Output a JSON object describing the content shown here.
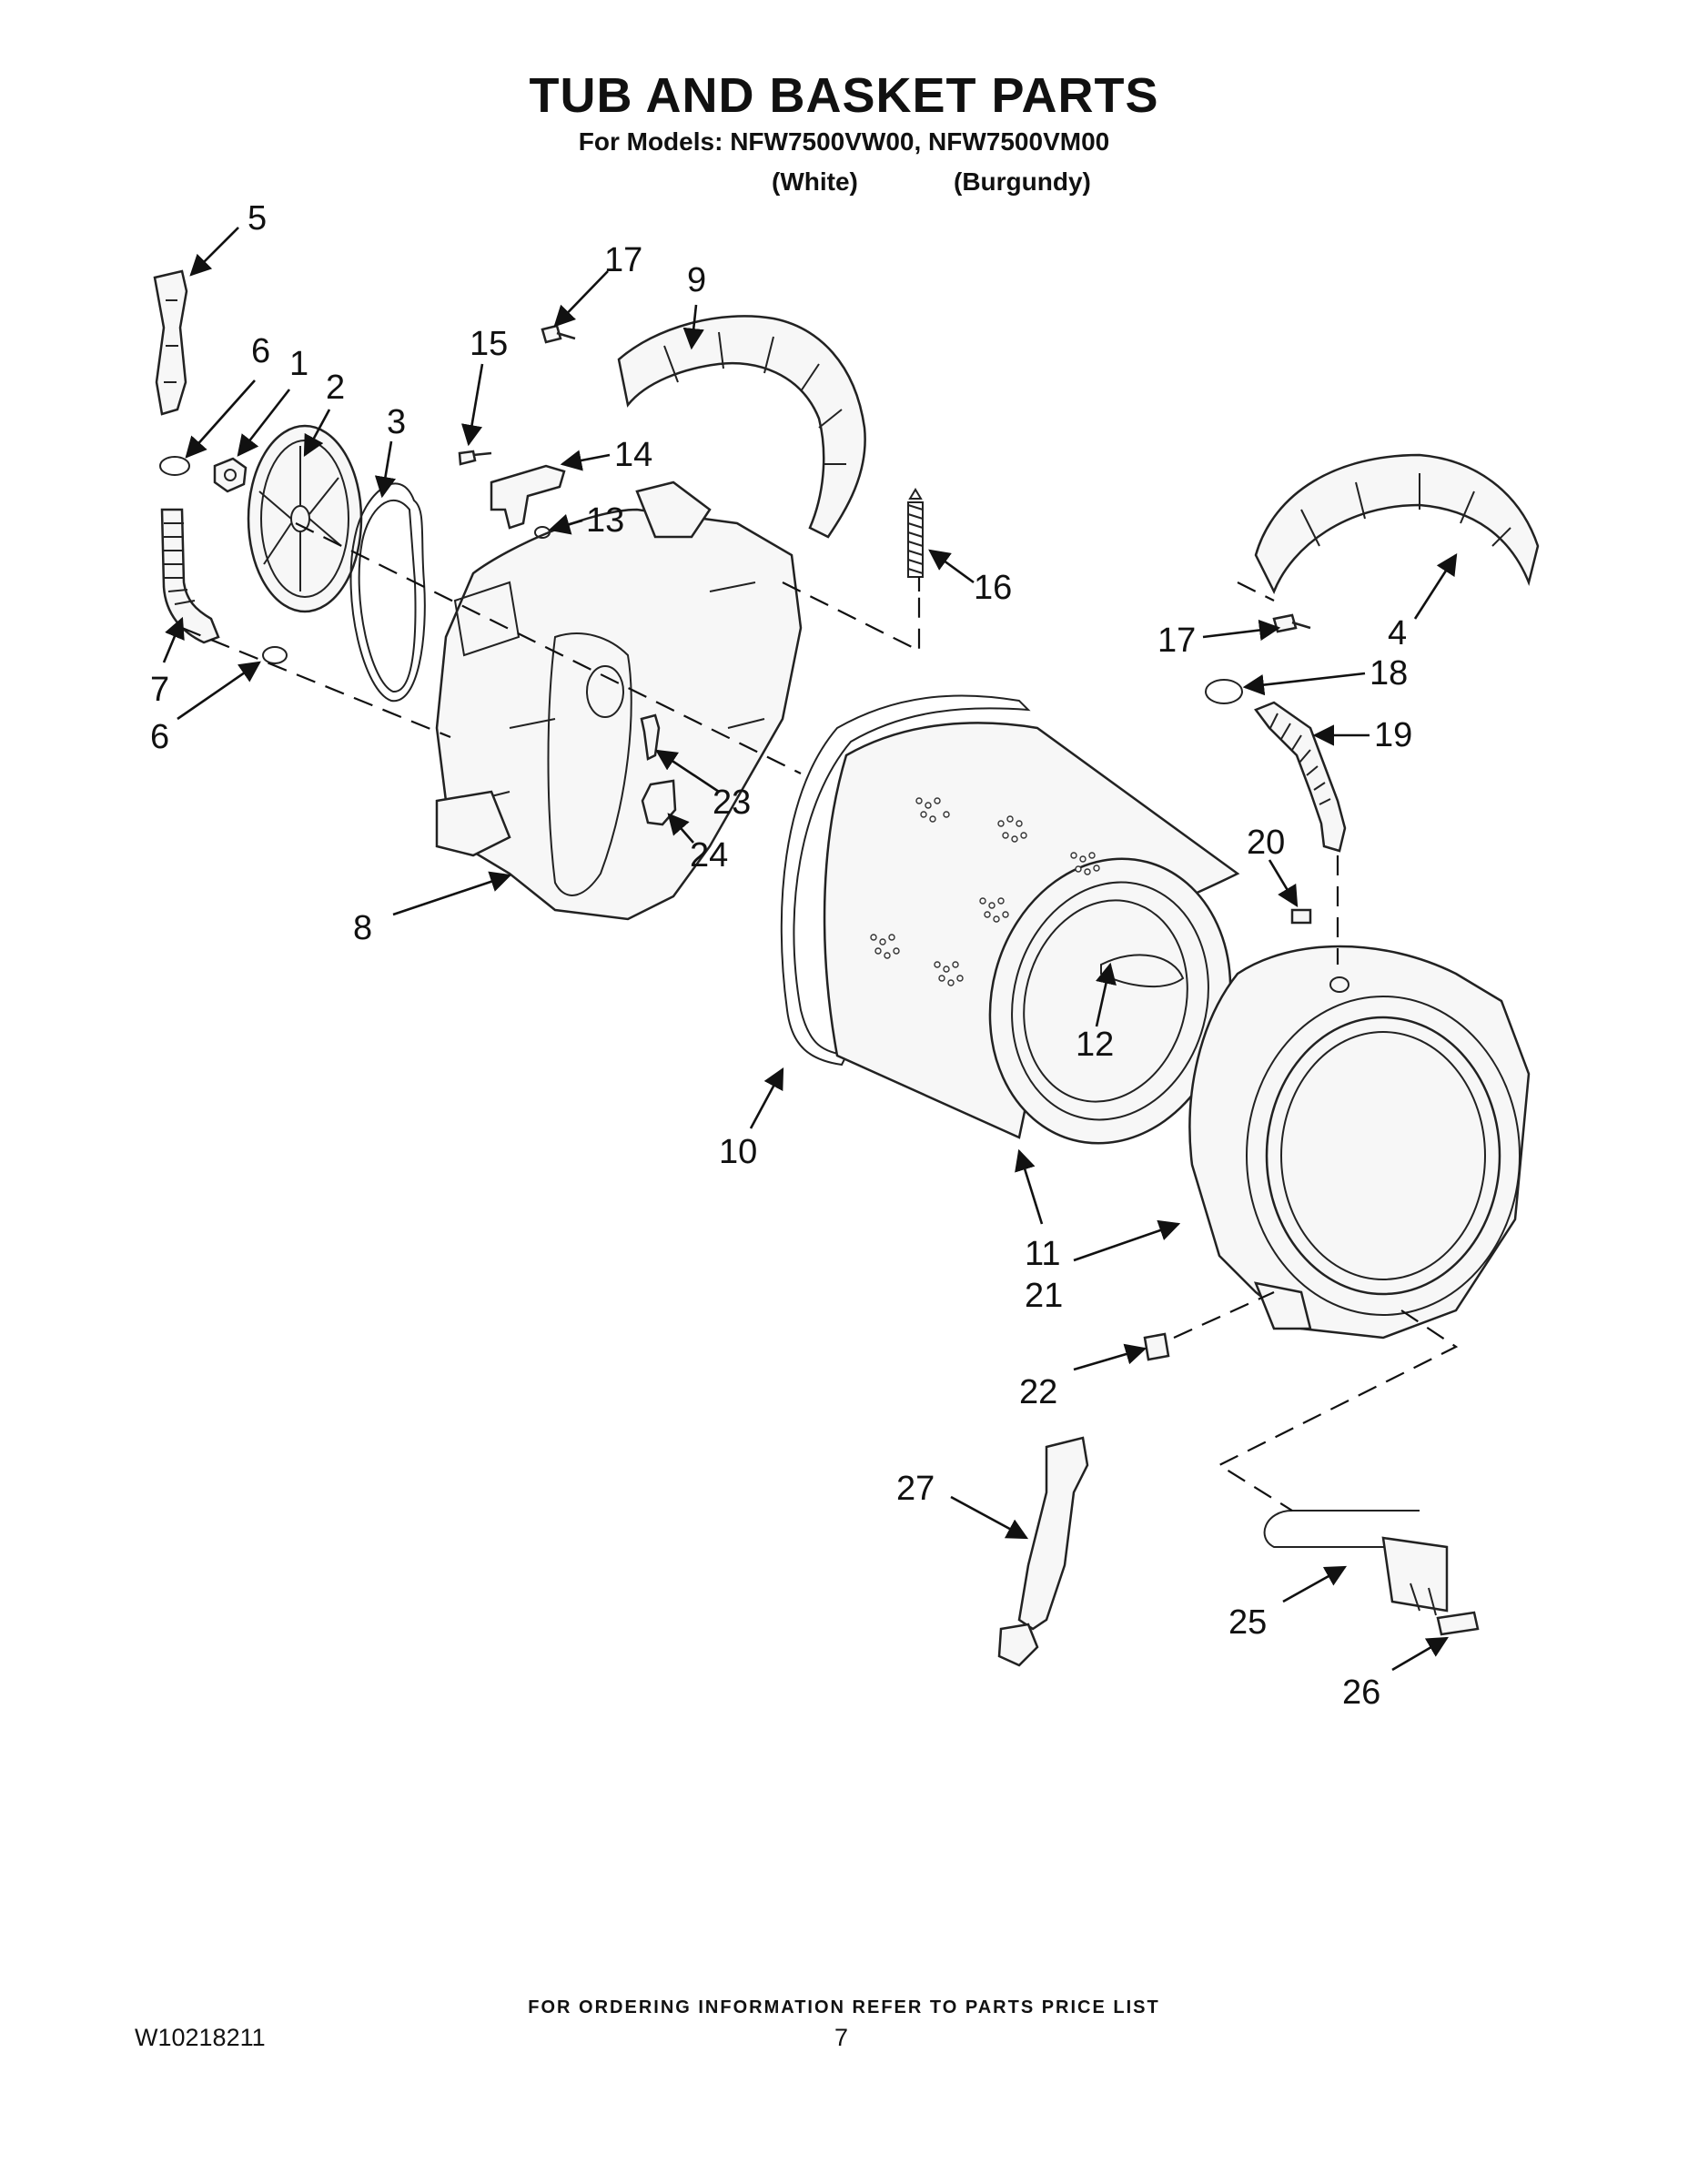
{
  "header": {
    "title": "TUB AND BASKET PARTS",
    "models_line": "For Models: NFW7500VW00, NFW7500VM00",
    "color_white": "(White)",
    "color_burgundy": "(Burgundy)"
  },
  "callouts": [
    "5",
    "6",
    "1",
    "2",
    "3",
    "15",
    "17",
    "9",
    "14",
    "13",
    "16",
    "7",
    "6",
    "8",
    "23",
    "24",
    "17",
    "4",
    "18",
    "19",
    "20",
    "12",
    "10",
    "11",
    "21",
    "22",
    "27",
    "25",
    "26"
  ],
  "footer": {
    "ordering_note": "FOR ORDERING INFORMATION REFER TO PARTS PRICE LIST",
    "document_number": "W10218211",
    "page_number": "7"
  }
}
